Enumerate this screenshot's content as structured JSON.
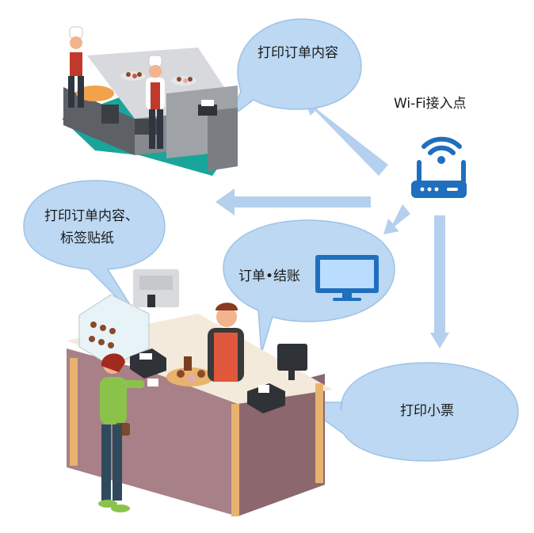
{
  "wifi": {
    "label": "Wi-Fi接入点"
  },
  "bubbles": {
    "kitchen": {
      "text": "打印订单内容"
    },
    "label_printer": {
      "line1": "打印订单内容、",
      "line2": "标签贴纸"
    },
    "pos": {
      "text": "订单•结账"
    },
    "receipt": {
      "text": "打印小票"
    }
  },
  "colors": {
    "bubble_fill": "#bcd8f2",
    "bubble_stroke": "#9fc2e6",
    "arrow": "#b5d0ee",
    "router": "#1f6fbe",
    "monitor": "#1f6fbe",
    "counter_top": "#f3eadb",
    "counter_side": "#a88087",
    "floor_teal": "#1aa59a"
  }
}
